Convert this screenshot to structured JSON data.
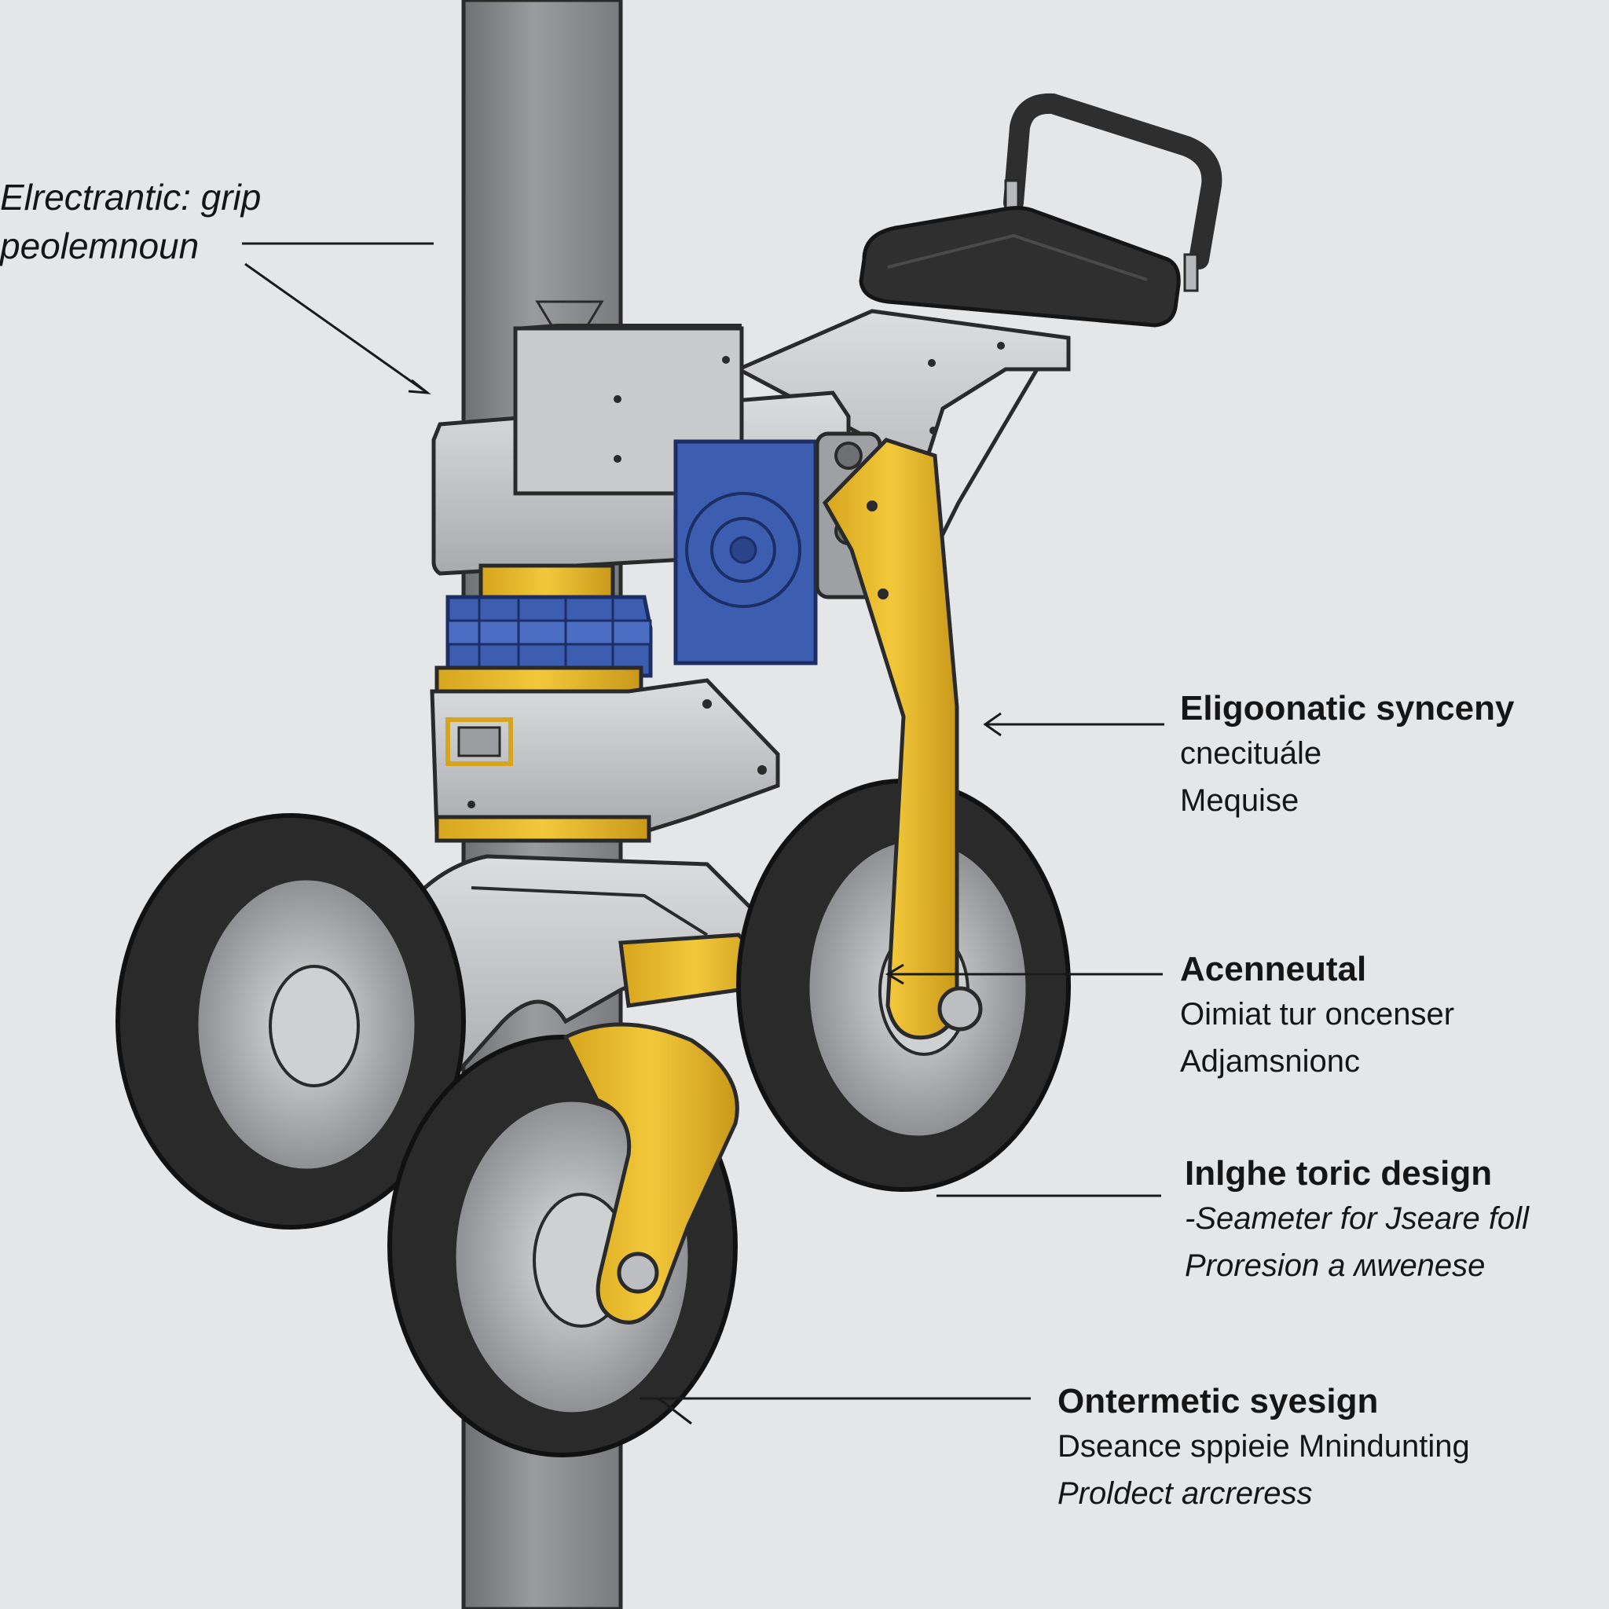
{
  "figure": {
    "colors": {
      "background": "#e5e6e8",
      "pole": "#8a8b8e",
      "metal": "#c3c4c6",
      "blue": "#3c5db0",
      "yellow": "#e6b82a",
      "tire": "#2a2a2a",
      "seat": "#2f2f2f"
    }
  },
  "callouts": {
    "grip": {
      "title": "Elrectrantic: grip",
      "lines": [
        "peolemnoun"
      ]
    },
    "ergo": {
      "title": "Eligoonatic synceny",
      "lines": [
        "cnecituále",
        "Mequise"
      ]
    },
    "acen": {
      "title": "Acenneutal",
      "lines": [
        "Oimiat tur oncenser",
        "Adjamsnionc"
      ]
    },
    "inl": {
      "title": "Inlghe toric design",
      "lines": [
        "-Seameter  for Jseare foll",
        "Proresion a ʍwenese"
      ]
    },
    "ont": {
      "title": "Ontermetic syesign",
      "lines": [
        "Dseance sppieie Mnindunting",
        "Proldect arcreress"
      ]
    }
  }
}
